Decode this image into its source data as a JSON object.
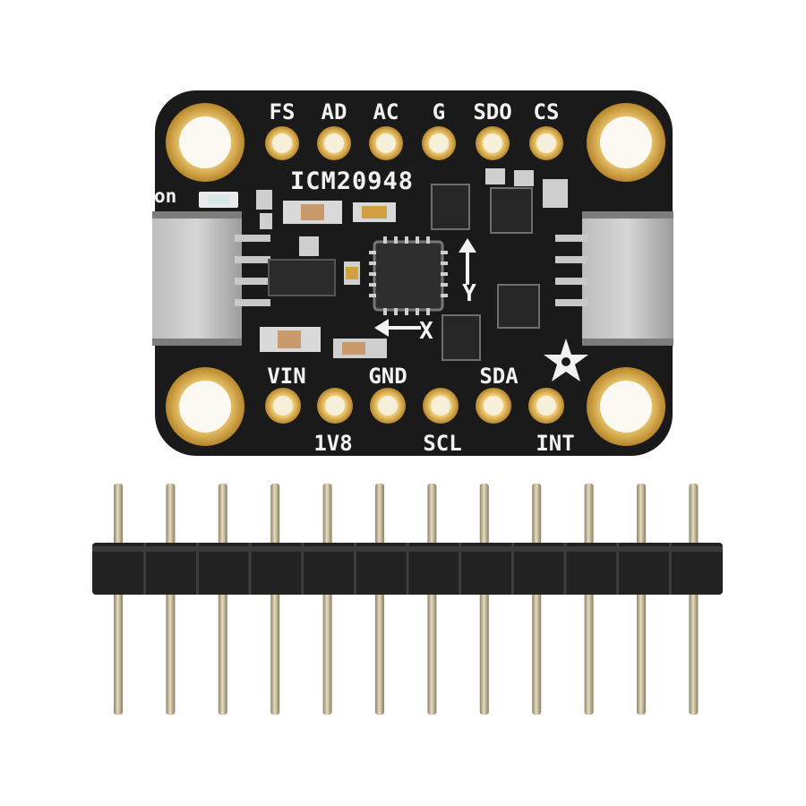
{
  "board": {
    "chip_name": "ICM20948",
    "top_pins": [
      "FS",
      "AD",
      "AC",
      "G",
      "SDO",
      "CS"
    ],
    "bottom_upper_labels": [
      "VIN",
      "GND",
      "SDA"
    ],
    "bottom_lower_labels": [
      "1V8",
      "SCL",
      "INT"
    ],
    "power_led_label": "on",
    "axis_x_label": "X",
    "axis_y_label": "Y",
    "colors": {
      "pcb": "#1a1a1a",
      "gold": "#d6a84a",
      "silkscreen": "#f2f2f2",
      "connector": "#a9a9a9",
      "header_plastic": "#222222",
      "pin_metal": "#c9b78e"
    }
  },
  "header": {
    "pin_count": 12
  }
}
